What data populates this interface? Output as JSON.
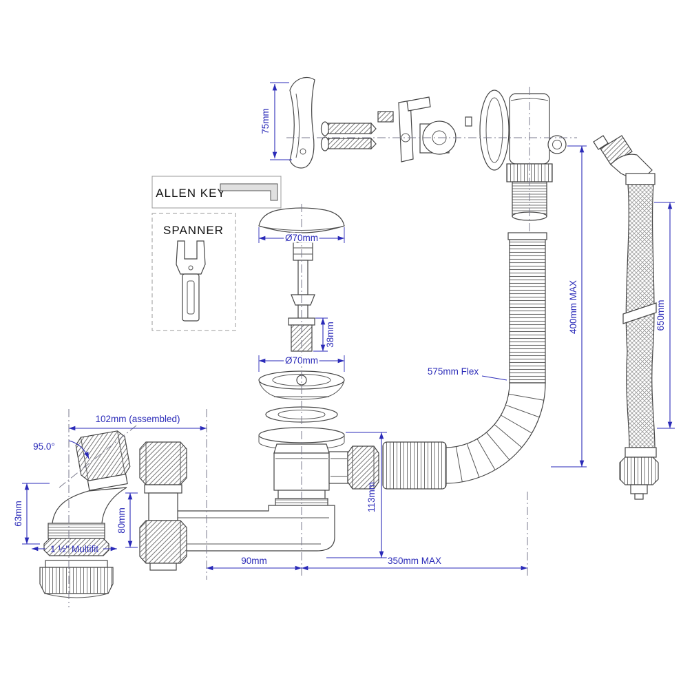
{
  "colors": {
    "dimension_blue": "#2a2ab8",
    "line_gray": "#444444"
  },
  "boxes": {
    "allen_key_label": "ALLEN KEY",
    "spanner_label": "SPANNER"
  },
  "dims": {
    "overflow_face_height": "75mm",
    "plug_top_diameter": "Ø70mm",
    "plug_insert_height": "38mm",
    "waste_flange_diameter": "Ø70mm",
    "overflow_flex_label": "575mm Flex",
    "overflow_drop_max": "400mm MAX",
    "hose_length": "650mm",
    "elbow_assembled_length": "102mm (assembled)",
    "elbow_angle": "95.0°",
    "elbow_height": "63mm",
    "elbow_thread": "1 ½\" Multifit",
    "tail_length": "80mm",
    "waste_body_height": "113mm",
    "arm_to_centre": "90mm",
    "flex_reach_max": "350mm MAX"
  }
}
